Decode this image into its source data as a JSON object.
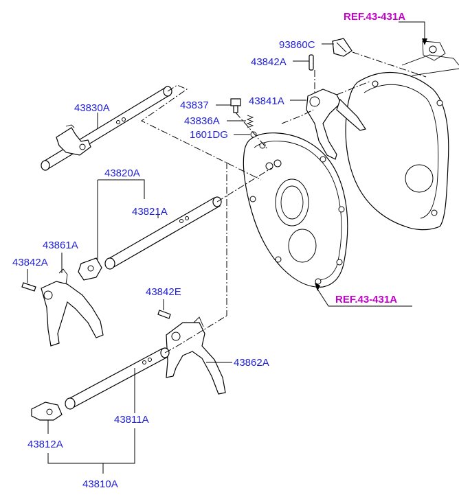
{
  "labels": {
    "ref_top": "REF.43-431A",
    "ref_bottom": "REF.43-431A",
    "p93860C": "93860C",
    "p43842A_top": "43842A",
    "p43841A": "43841A",
    "p43837": "43837",
    "p43836A": "43836A",
    "p1601DG": "1601DG",
    "p43830A": "43830A",
    "p43820A": "43820A",
    "p43821A": "43821A",
    "p43861A": "43861A",
    "p43842A_left": "43842A",
    "p43842E": "43842E",
    "p43862A": "43862A",
    "p43811A": "43811A",
    "p43812A": "43812A",
    "p43810A": "43810A"
  },
  "colors": {
    "part_number": "#1f1fd6",
    "reference": "#c200c8",
    "line": "#000000"
  }
}
